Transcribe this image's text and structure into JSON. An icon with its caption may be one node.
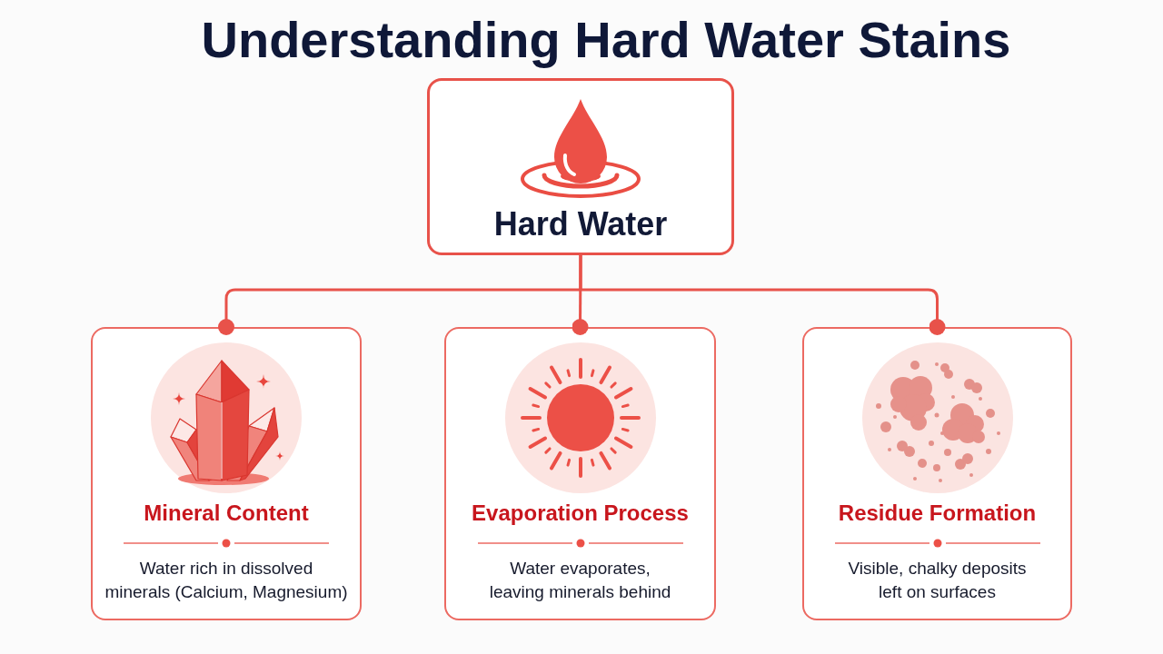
{
  "diagram": {
    "title": "Understanding Hard Water Stains",
    "nodes": [
      {
        "text": [
          "Hard Water"
        ]
      },
      {
        "text": [
          "Mineral Content",
          "Water rich in dissolved minerals (Calcium, Magnesium)"
        ]
      },
      {
        "text": [
          "Evaporation Process",
          "Water evaporates, leaving minerals behind"
        ]
      },
      {
        "text": [
          "Residue Formation",
          "Visible, chalky deposits left on surfaces"
        ]
      }
    ],
    "edges": [
      {
        "from": 0,
        "to": 1,
        "arrow": "other"
      },
      {
        "from": 0,
        "to": 2,
        "arrow": "other"
      },
      {
        "from": 0,
        "to": 3,
        "arrow": "other"
      }
    ]
  }
}
